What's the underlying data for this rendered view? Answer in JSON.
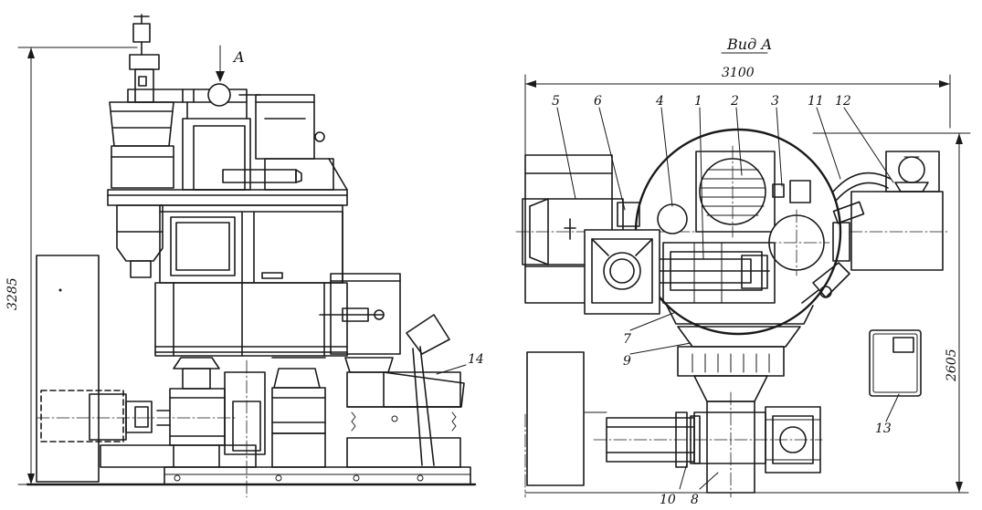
{
  "left_view": {
    "height_dimension": "3285",
    "view_arrow_label": "A",
    "callouts": {
      "c14": "14"
    }
  },
  "right_view": {
    "title": "Вид А",
    "width_dimension": "3100",
    "height_dimension": "2605",
    "callouts": {
      "c1": "1",
      "c2": "2",
      "c3": "3",
      "c4": "4",
      "c5": "5",
      "c6": "6",
      "c7": "7",
      "c8": "8",
      "c9": "9",
      "c10": "10",
      "c11": "11",
      "c12": "12",
      "c13": "13"
    }
  }
}
